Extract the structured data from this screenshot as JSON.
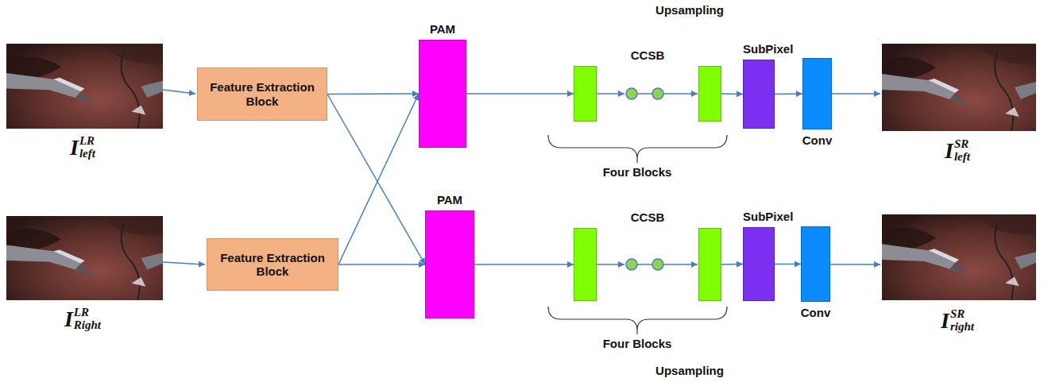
{
  "diagram": {
    "nodes": [
      {
        "text": [
          "Feature Extraction Block"
        ]
      },
      {
        "text": [
          "Feature Extraction Block"
        ]
      },
      {
        "text": [
          "PAM"
        ]
      },
      {
        "text": [
          "PAM"
        ]
      },
      {
        "text": [
          "CCSB"
        ]
      },
      {
        "text": [
          "SubPixel"
        ]
      },
      {
        "text": [
          "Conv"
        ]
      },
      {
        "text": [
          "CCSB"
        ]
      },
      {
        "text": [
          "SubPixel"
        ]
      },
      {
        "text": [
          "Conv"
        ]
      }
    ],
    "edges": [
      {
        "from": 0,
        "to": 2,
        "arrow": "to"
      },
      {
        "from": 0,
        "to": 3,
        "arrow": "to"
      },
      {
        "from": 1,
        "to": 2,
        "arrow": "to"
      },
      {
        "from": 1,
        "to": 3,
        "arrow": "to"
      },
      {
        "from": 2,
        "to": 4,
        "arrow": "to"
      },
      {
        "from": 4,
        "to": 5,
        "arrow": "to"
      },
      {
        "from": 5,
        "to": 6,
        "arrow": "to"
      },
      {
        "from": 3,
        "to": 7,
        "arrow": "to"
      },
      {
        "from": 7,
        "to": 8,
        "arrow": "to"
      },
      {
        "from": 8,
        "to": 9,
        "arrow": "to"
      }
    ],
    "labels": [
      "Upsampling",
      "I",
      "LR",
      "left",
      "Four Blocks",
      "I",
      "SR",
      "left",
      "I",
      "LR",
      "Right",
      "Four Blocks",
      "I",
      "SR",
      "right",
      "Upsampling"
    ]
  }
}
